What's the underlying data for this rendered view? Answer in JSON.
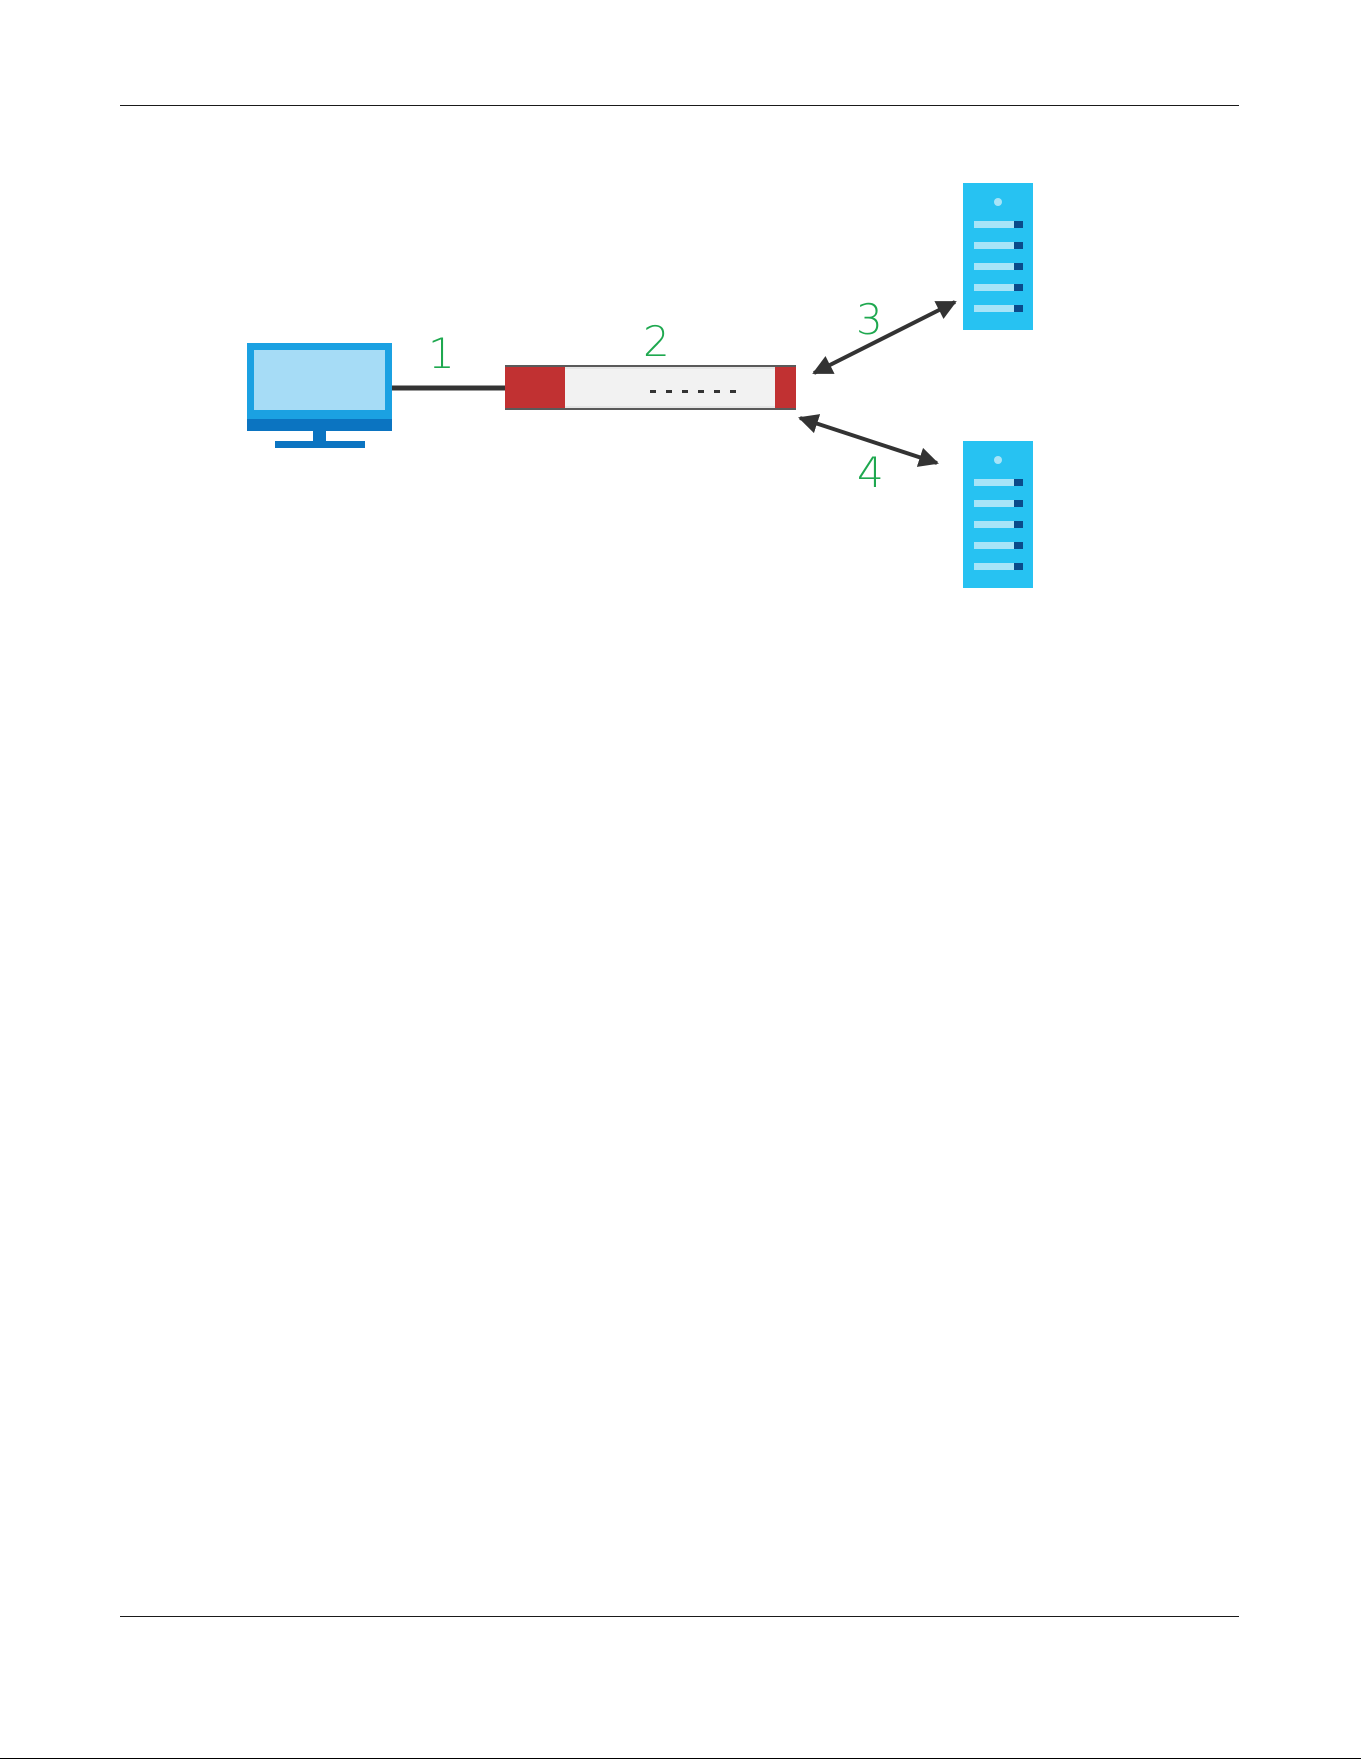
{
  "diagram": {
    "steps": [
      "1",
      "2",
      "3",
      "4"
    ],
    "nodes": {
      "client": "computer-icon",
      "gateway": "firewall-device-icon",
      "server_a": "server-icon",
      "server_b": "server-icon"
    }
  },
  "colors": {
    "step_label": "#1ea84f",
    "computer_frame": "#1ba1e2",
    "computer_screen": "#a6dcf6",
    "computer_base": "#0b74c1",
    "server_body": "#27c2f2",
    "server_slot": "#a7e4f8",
    "server_slot_dark": "#0a4a8a",
    "firewall_red": "#c13132",
    "firewall_body": "#f2f2f2",
    "connector": "#333333"
  }
}
